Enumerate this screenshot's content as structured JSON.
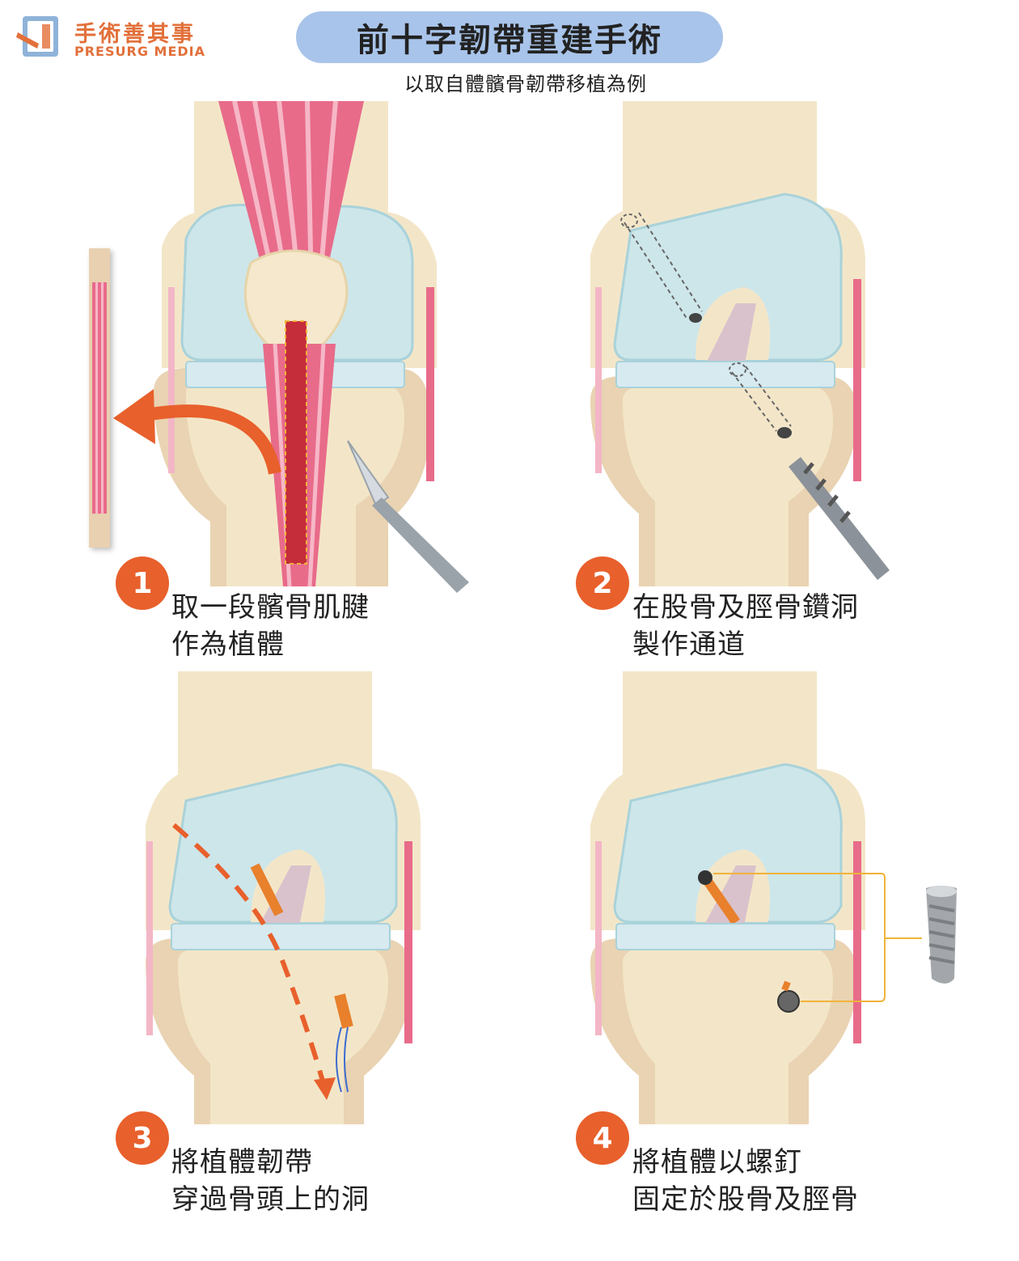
{
  "brand": {
    "name_cn": "手術善其事",
    "name_en": "PRESURG MEDIA",
    "color": "#e2703a"
  },
  "title": "前十字韌帶重建手術",
  "subtitle": "以取自體髕骨韌帶移植為例",
  "colors": {
    "title_pill": "#a9c4ea",
    "badge": "#e8602c",
    "bone": "#f3e6c8",
    "cartilage": "#cde6ea",
    "tendon": "#e86b8a"
  },
  "steps": [
    {
      "number": "1",
      "line1": "取一段髕骨肌腱",
      "line2": "作為植體"
    },
    {
      "number": "2",
      "line1": "在股骨及脛骨鑽洞",
      "line2": "製作通道"
    },
    {
      "number": "3",
      "line1": "將植體韌帶",
      "line2": "穿過骨頭上的洞"
    },
    {
      "number": "4",
      "line1": "將植體以螺釘",
      "line2": "固定於股骨及脛骨"
    }
  ]
}
